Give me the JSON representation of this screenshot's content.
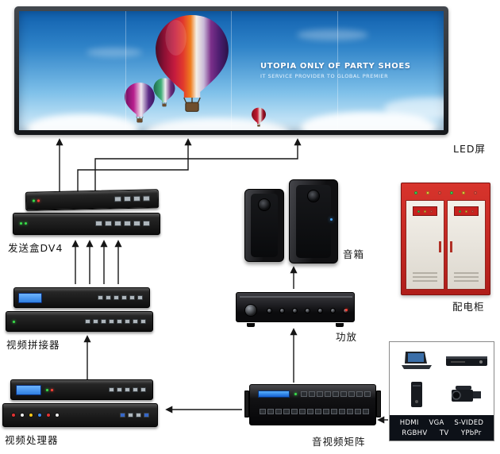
{
  "colors": {
    "wire": "#161616",
    "cabinet-red": "#b01d1a",
    "sky-top": "#1060ae",
    "sky-bottom": "#d8eefa",
    "display-blue": "#2f7fe0",
    "strip-bg": "#0d1118"
  },
  "screen": {
    "label": "LED屏",
    "slogan_line1": "UTOPIA ONLY OF PARTY SHOES",
    "slogan_line2": "IT SERVICE PROVIDER TO GLOBAL PREMIER"
  },
  "devices": {
    "sender": {
      "label": "发送盒DV4"
    },
    "splicer": {
      "label": "视频拼接器"
    },
    "processor": {
      "label": "视频处理器"
    },
    "speakers": {
      "label": "音箱"
    },
    "amplifier": {
      "label": "功放"
    },
    "matrix": {
      "label": "音视频矩阵"
    },
    "cabinet": {
      "label": "配电柜"
    }
  },
  "sources": {
    "icons": [
      "laptop-icon",
      "dvd-player-icon",
      "settop-box-icon",
      "camcorder-icon"
    ],
    "row1": [
      "HDMI",
      "VGA",
      "S-VIDED"
    ],
    "row2": [
      "RGBHV",
      "TV",
      "YPbPr"
    ]
  }
}
